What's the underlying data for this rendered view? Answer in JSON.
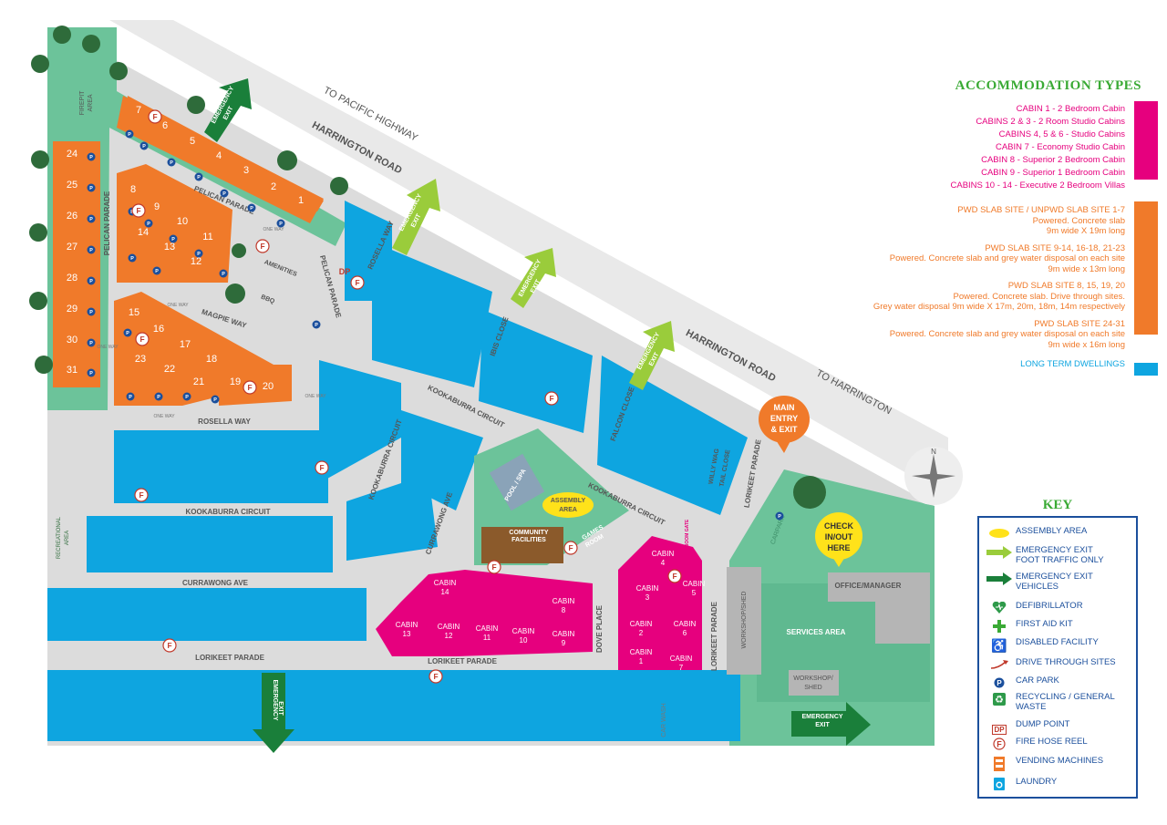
{
  "roads": {
    "harrington_road_1": "HARRINGTON ROAD",
    "harrington_road_2": "HARRINGTON ROAD",
    "to_pacific_highway": "TO PACIFIC HIGHWAY",
    "to_harrington": "TO HARRINGTON",
    "pelican_parade_left": "PELICAN PARADE",
    "pelican_parade_top": "PELICAN PARADE",
    "pelican_parade_right": "PELICAN PARADE",
    "magpie_way": "MAGPIE WAY",
    "rosella_way_bottom": "ROSELLA WAY",
    "rosella_way_top": "ROSELLA WAY",
    "ibis_close": "IBIS CLOSE",
    "falcon_close": "FALCON CLOSE",
    "kookaburra_circuit_1": "KOOKABURRA CIRCUIT",
    "kookaburra_circuit_2": "KOOKABURRA CIRCUIT",
    "kookaburra_circuit_3": "KOOKABURRA CIRCUIT",
    "kookaburra_circuit_4": "KOOKABURRA CIRCUIT",
    "currawong_ave_1": "CURRAWONG AVE",
    "currawong_ave_2": "CURRAWONG AVE",
    "lorikeet_parade_1": "LORIKEET PARADE",
    "lorikeet_parade_2": "LORIKEET PARADE",
    "lorikeet_parade_3": "LORIKEET PARADE",
    "lorikeet_parade_4": "LORIKEET PARADE",
    "dove_place": "DOVE PLACE",
    "willy_wag_1": "WILLY WAG",
    "willy_wag_2": "TAIL CLOSE",
    "car_wash": "CAR WASH",
    "carpark": "CARPARK",
    "boom_gate": "BOOM GATE",
    "one_way": "ONE WAY"
  },
  "areas": {
    "firepit_1": "FIREPIT",
    "firepit_2": "AREA",
    "amenities": "AMENITIES",
    "bbq": "BBQ",
    "dp": "DP",
    "recreational_1": "RECREATIONAL",
    "recreational_2": "AREA",
    "pool_spa": "POOL / SPA",
    "assembly_1": "ASSEMBLY",
    "assembly_2": "AREA",
    "community_1": "COMMUNITY",
    "community_2": "FACILITIES",
    "games_1": "GAMES",
    "games_2": "ROOM",
    "workshop_shed_v": "WORKSHOP/SHED",
    "services_area": "SERVICES AREA",
    "workshop_1": "WORKSHOP/",
    "workshop_2": "SHED",
    "office": "OFFICE/MANAGER",
    "compass_n": "N"
  },
  "callouts": {
    "main_1": "MAIN",
    "main_2": "ENTRY",
    "main_3": "& EXIT",
    "check_1": "CHECK",
    "check_2": "IN/OUT",
    "check_3": "HERE"
  },
  "exits": {
    "exit1_1": "EMERGENCY",
    "exit1_2": "EXIT",
    "exit2_1": "EMERGENCY",
    "exit2_2": "EXIT",
    "exit3_1": "EMERGENCY",
    "exit3_2": "EXIT",
    "exit4_1": "EMERGENCY",
    "exit4_2": "EXIT",
    "exit5_1": "EMERGENCY",
    "exit5_2": "EXIT",
    "exit6_1": "EMERGENCY",
    "exit6_2": "EXIT"
  },
  "slab_sites": [
    "1",
    "2",
    "3",
    "4",
    "5",
    "6",
    "7",
    "8",
    "9",
    "10",
    "11",
    "12",
    "13",
    "14",
    "15",
    "16",
    "17",
    "18",
    "19",
    "20",
    "21",
    "22",
    "23",
    "24",
    "25",
    "26",
    "27",
    "28",
    "29",
    "30",
    "31"
  ],
  "cabins": {
    "cabin_word": "CABIN",
    "numbers": [
      "1",
      "2",
      "3",
      "4",
      "5",
      "6",
      "7",
      "8",
      "9",
      "10",
      "11",
      "12",
      "13",
      "14"
    ]
  },
  "accommodation": {
    "title": "ACCOMMODATION TYPES",
    "cabins": [
      "CABIN 1 - 2 Bedroom Cabin",
      "CABINS 2 & 3 - 2 Room Studio Cabins",
      "CABINS 4, 5 & 6 - Studio Cabins",
      "CABIN 7 - Economy Studio Cabin",
      "CABIN 8 - Superior 2 Bedroom Cabin",
      "CABIN 9 - Superior 1 Bedroom Cabin",
      "CABINS 10 - 14 - Executive 2 Bedroom Villas"
    ],
    "slabs": [
      {
        "heading": "PWD SLAB SITE / UNPWD SLAB SITE 1-7",
        "lines": [
          "Powered. Concrete slab",
          "9m wide X 19m long"
        ]
      },
      {
        "heading": "PWD SLAB SITE 9-14, 16-18, 21-23",
        "lines": [
          "Powered. Concrete slab and grey water disposal on each site",
          "9m wide x 13m long"
        ]
      },
      {
        "heading": "PWD SLAB SITE 8, 15, 19, 20",
        "lines": [
          "Powered. Concrete slab. Drive through sites.",
          "Grey water disposal 9m wide X 17m, 20m, 18m, 14m respectively"
        ]
      },
      {
        "heading": "PWD SLAB SITE 24-31",
        "lines": [
          "Powered. Concrete slab and grey water disposal on each site",
          "9m wide x 16m long"
        ]
      }
    ],
    "long_term": "LONG TERM DWELLINGS",
    "colors": {
      "cabin": "#e6007e",
      "slab": "#f07a2a",
      "long_term": "#0ea5e0"
    }
  },
  "key": {
    "title": "KEY",
    "items": [
      {
        "icon": "assembly-area-icon",
        "label": "ASSEMBLY AREA"
      },
      {
        "icon": "emergency-exit-foot-icon",
        "label": "EMERGENCY EXIT",
        "label2": "FOOT TRAFFIC ONLY"
      },
      {
        "icon": "emergency-exit-vehicle-icon",
        "label": "EMERGENCY EXIT",
        "label2": "VEHICLES"
      },
      {
        "icon": "defibrillator-icon",
        "label": "DEFIBRILLATOR"
      },
      {
        "icon": "first-aid-icon",
        "label": "FIRST AID KIT"
      },
      {
        "icon": "disabled-icon",
        "label": "DISABLED FACILITY"
      },
      {
        "icon": "drive-through-icon",
        "label": "DRIVE THROUGH SITES"
      },
      {
        "icon": "car-park-icon",
        "label": "CAR PARK"
      },
      {
        "icon": "recycling-icon",
        "label": "RECYCLING / GENERAL",
        "label2": "WASTE"
      },
      {
        "icon": "dump-point-icon",
        "label": "DUMP POINT",
        "glyph": "DP"
      },
      {
        "icon": "fire-hose-icon",
        "label": "FIRE HOSE REEL",
        "glyph": "F"
      },
      {
        "icon": "vending-icon",
        "label": "VENDING MACHINES"
      },
      {
        "icon": "laundry-icon",
        "label": "LAUNDRY"
      }
    ]
  },
  "glyphs": {
    "parking": "P",
    "fire": "F"
  }
}
